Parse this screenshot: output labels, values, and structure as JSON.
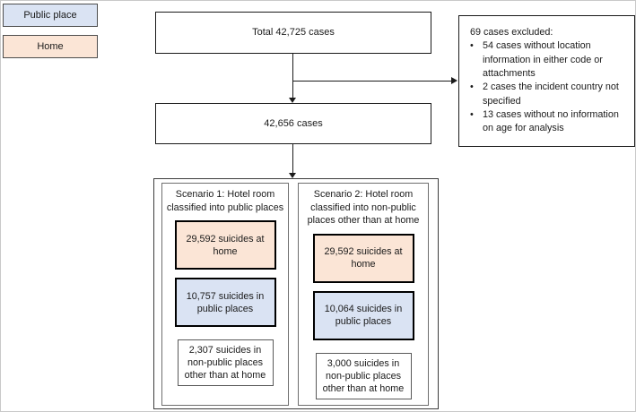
{
  "colors": {
    "public_fill": "#dae3f3",
    "home_fill": "#fbe5d6",
    "box_border": "#000000",
    "line_color": "#1a1a1a"
  },
  "legend": {
    "public_label": "Public place",
    "home_label": "Home"
  },
  "flow": {
    "total_box": "Total 42,725 cases",
    "filtered_box": "42,656 cases",
    "exclusion": {
      "title": "69 cases excluded:",
      "bullet_char": "•",
      "items": [
        "54 cases without location information in either code or attachments",
        "2 cases the incident country not specified",
        "13 cases without no information on age for analysis"
      ]
    },
    "scenarios": [
      {
        "header": "Scenario 1: Hotel room classified into public places",
        "home_box": "29,592 suicides at home",
        "public_box": "10,757 suicides in public places",
        "other_box": "2,307 suicides in non-public places other than at home"
      },
      {
        "header": "Scenario 2: Hotel room classified into non-public places other than at home",
        "home_box": "29,592 suicides at home",
        "public_box": "10,064 suicides in public places",
        "other_box": "3,000 suicides in non-public places other than at home"
      }
    ]
  }
}
